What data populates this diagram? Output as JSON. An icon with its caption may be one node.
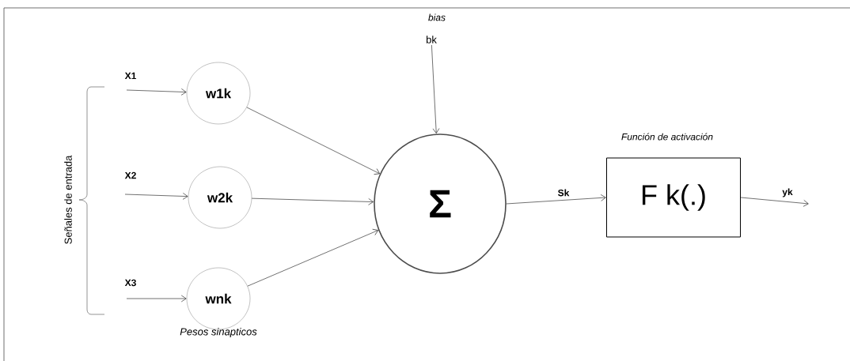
{
  "diagram": {
    "nodes": [
      {
        "text": [
          "w1k"
        ]
      },
      {
        "text": [
          "w2k"
        ]
      },
      {
        "text": [
          "wnk"
        ]
      },
      {
        "text": [
          "Σ"
        ]
      },
      {
        "text": [
          "bk"
        ],
        "beside": [
          "bias"
        ]
      },
      {
        "text": [
          "F k(.)"
        ],
        "beside": [
          "Función de activación"
        ]
      }
    ],
    "edges": [
      {
        "from": null,
        "to": 0,
        "arrow": "to",
        "label": "X1"
      },
      {
        "from": null,
        "to": 1,
        "arrow": "to",
        "label": "X2"
      },
      {
        "from": null,
        "to": 2,
        "arrow": "to",
        "label": "X3"
      },
      {
        "from": 0,
        "to": 3,
        "arrow": "to"
      },
      {
        "from": 1,
        "to": 3,
        "arrow": "to"
      },
      {
        "from": 2,
        "to": 3,
        "arrow": "to"
      },
      {
        "from": 4,
        "to": 3,
        "arrow": "to"
      },
      {
        "from": 3,
        "to": 5,
        "arrow": "to",
        "label": "Sk"
      },
      {
        "from": 5,
        "to": null,
        "arrow": "to",
        "label": "yk"
      }
    ],
    "labels": [
      "Señales de entrada",
      "Pesos sinapticos"
    ]
  }
}
